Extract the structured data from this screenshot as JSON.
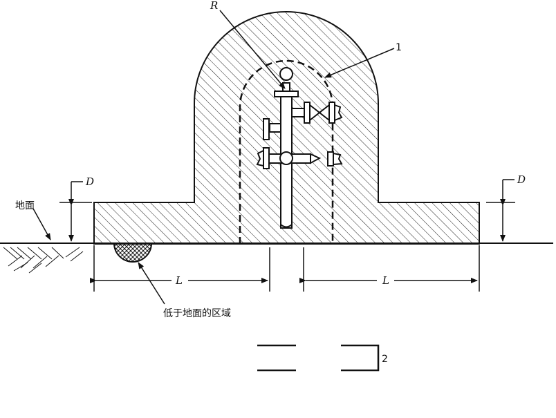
{
  "labels": {
    "radius": "R",
    "item_number_top": "1",
    "height_left": "D",
    "height_right": "D",
    "length_left": "L",
    "length_right": "L",
    "ground_callout": "地面",
    "below_ground_callout": "低于地面的区域",
    "legend_item_number": "2"
  }
}
